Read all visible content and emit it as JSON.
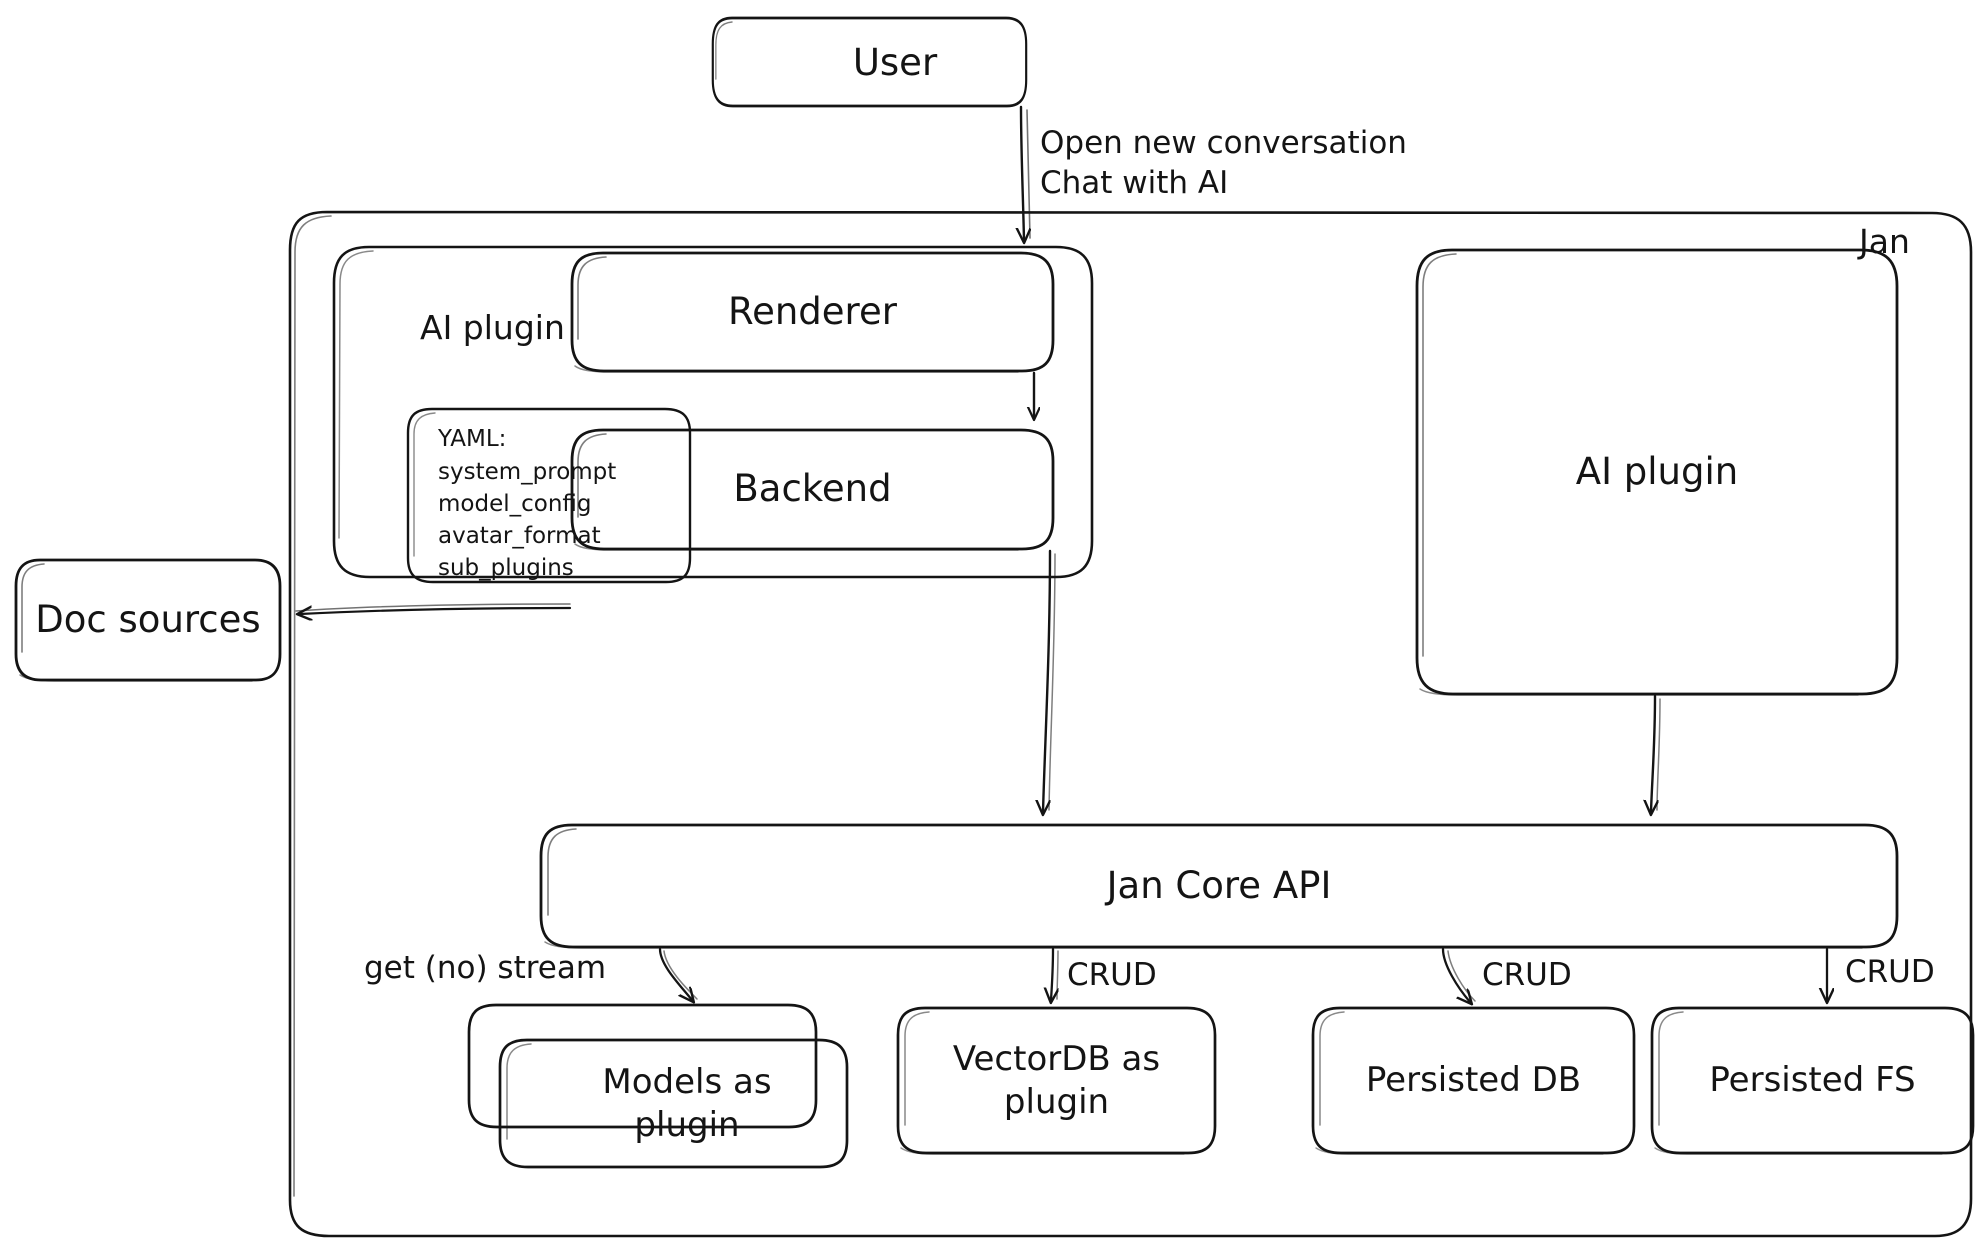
{
  "diagram": {
    "title_label": "Jan",
    "nodes": {
      "user": "User",
      "renderer": "Renderer",
      "backend": "Backend",
      "ai_plugin_group": "AI plugin",
      "ai_plugin_box": "AI plugin",
      "doc_sources": "Doc sources",
      "jan_core_api": "Jan Core API",
      "models_as_plugin": "Models as\nplugin",
      "vectordb_as_plugin": "VectorDB as\nplugin",
      "persisted_db": "Persisted DB",
      "persisted_fs": "Persisted FS"
    },
    "yaml_card": {
      "heading": "YAML:",
      "items": [
        "system_prompt",
        "model_config",
        "avatar_format",
        "sub_plugins"
      ]
    },
    "edge_labels": {
      "user_to_renderer": "Open new conversation\nChat with AI",
      "core_to_models": "get (no) stream",
      "core_to_vectordb": "CRUD",
      "core_to_db": "CRUD",
      "core_to_fs": "CRUD"
    },
    "colors": {
      "stroke": "#141414",
      "background": "#ffffff",
      "text": "#141414"
    }
  }
}
